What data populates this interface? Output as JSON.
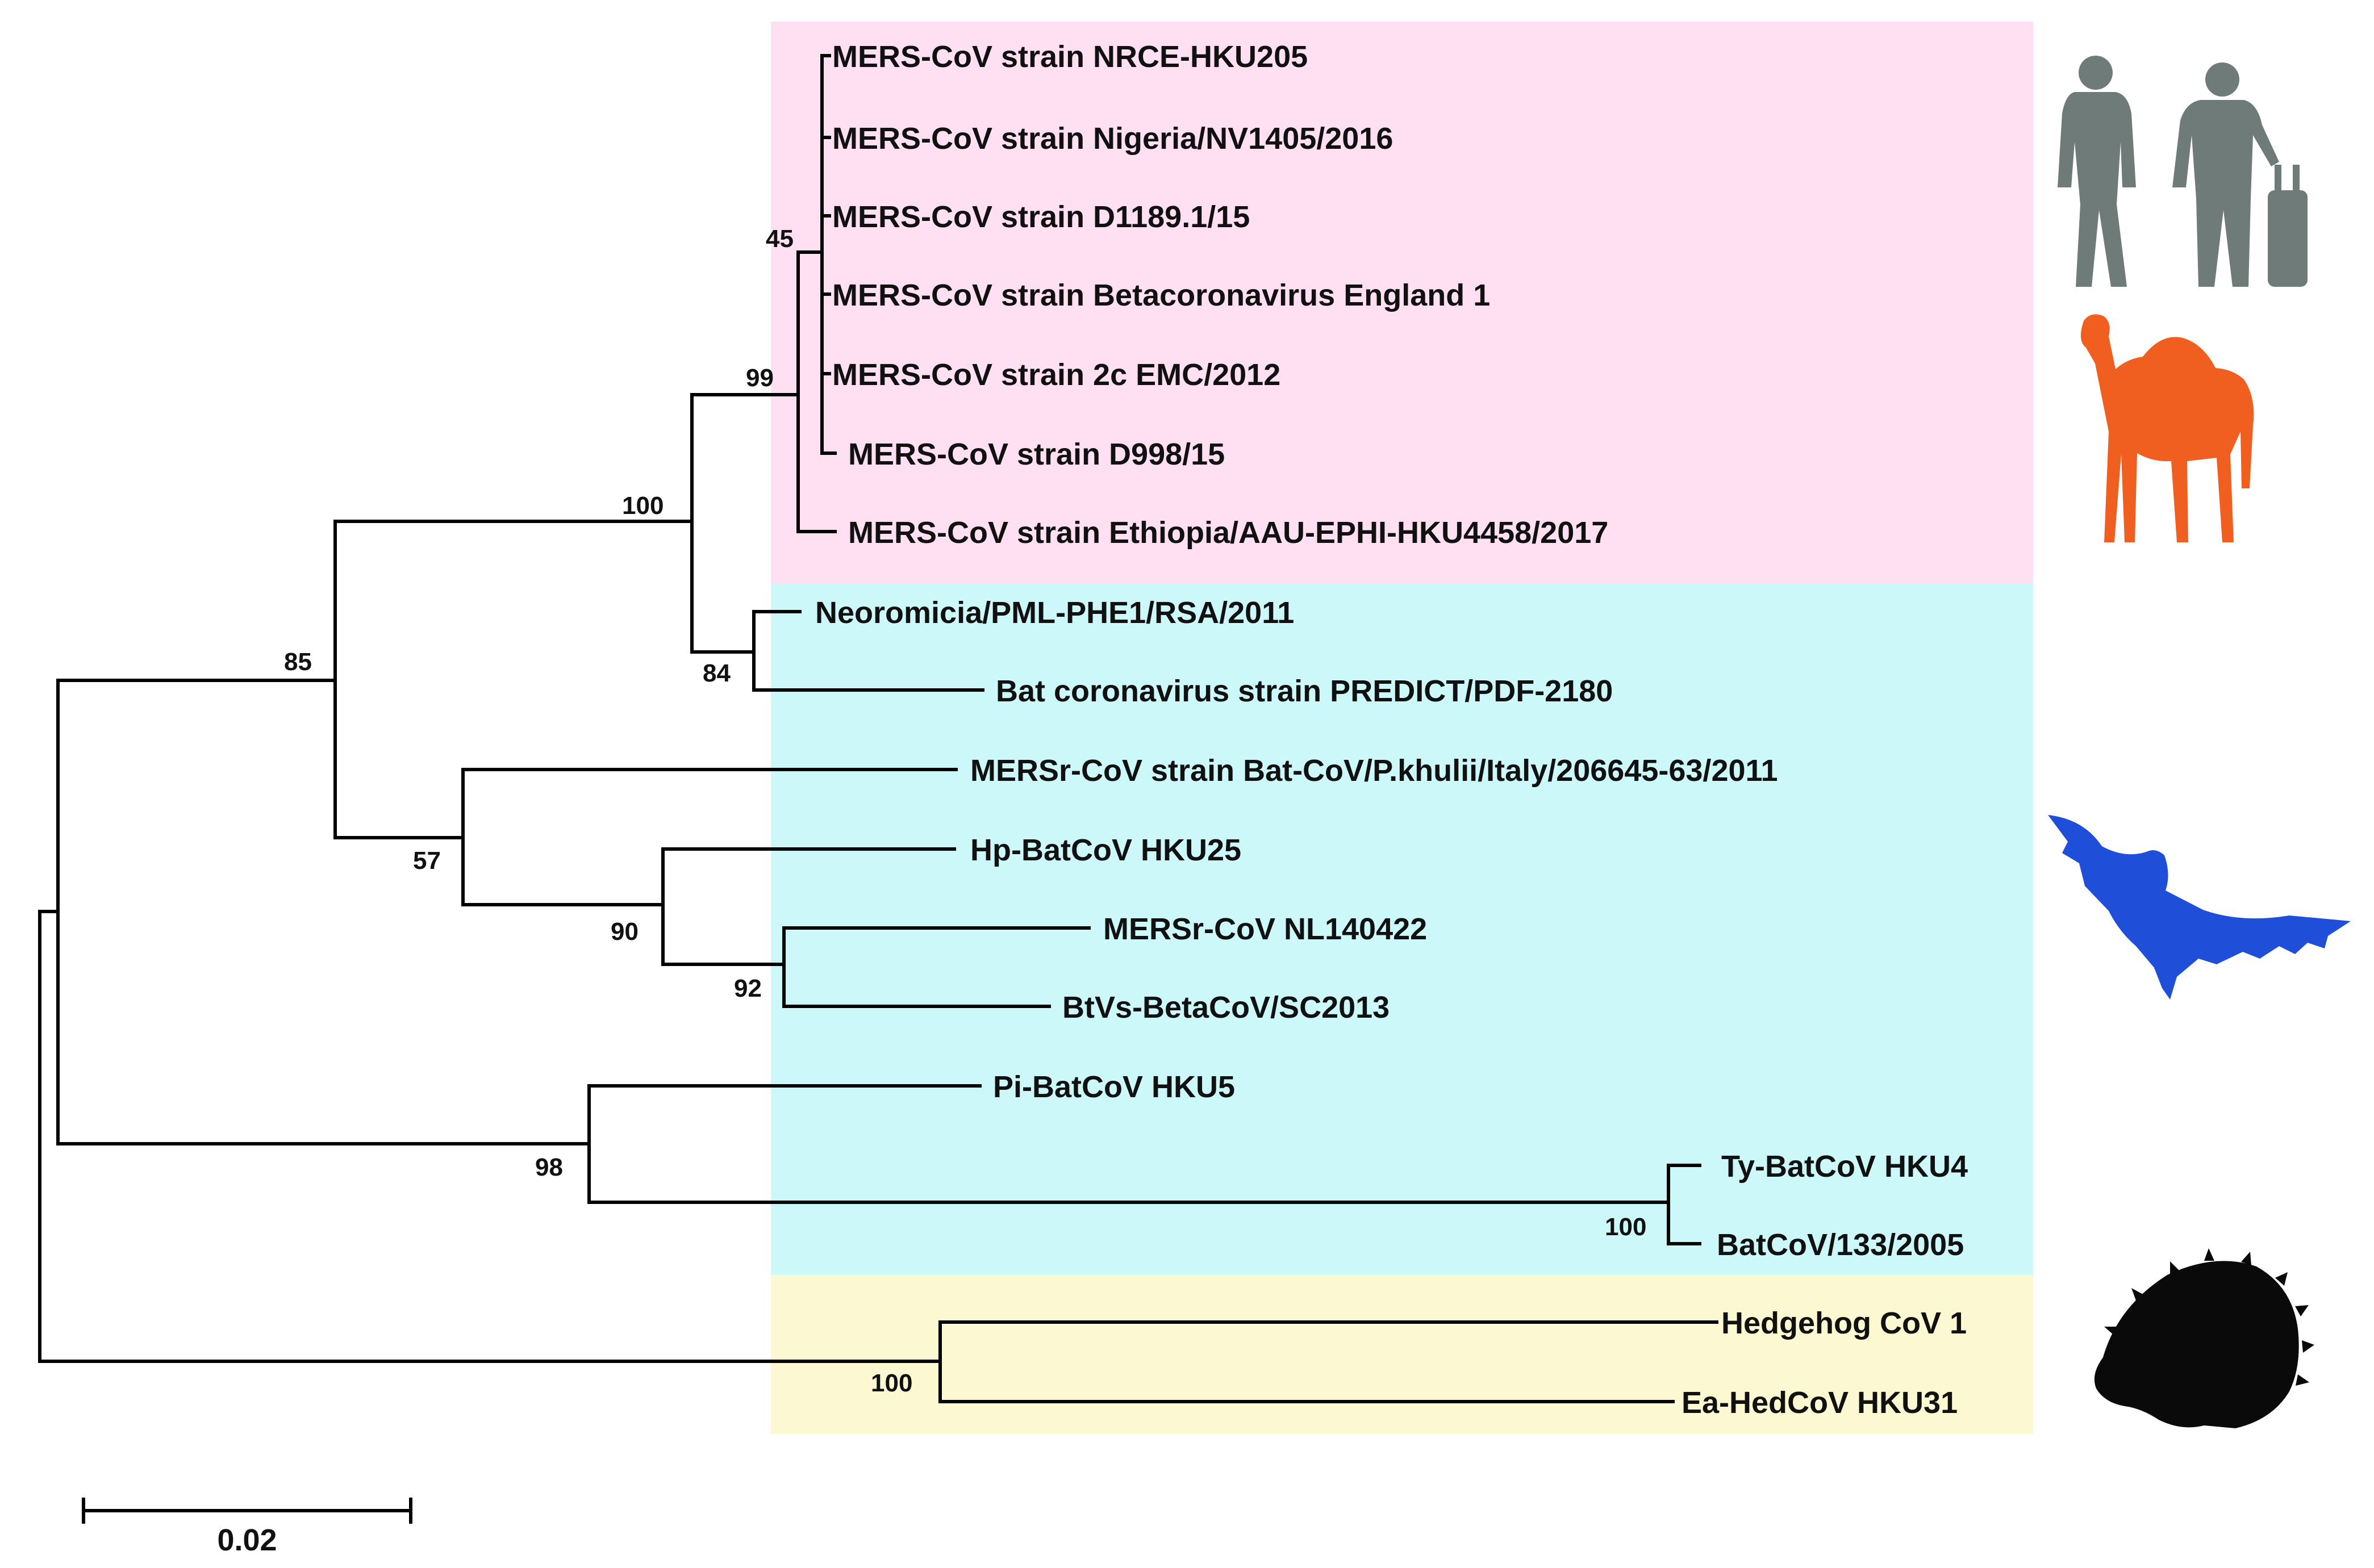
{
  "tree": {
    "tips": {
      "nrce": "MERS-CoV strain NRCE-HKU205",
      "nigeria": "MERS-CoV strain Nigeria/NV1405/2016",
      "d1189": "MERS-CoV strain D1189.1/15",
      "england": "MERS-CoV strain Betacoronavirus England 1",
      "emc": "MERS-CoV strain 2c EMC/2012",
      "d998": "MERS-CoV strain D998/15",
      "ethiopia": "MERS-CoV strain Ethiopia/AAU-EPHI-HKU4458/2017",
      "neoromicia": "Neoromicia/PML-PHE1/RSA/2011",
      "predict": "Bat coronavirus strain PREDICT/PDF-2180",
      "italy": "MERSr-CoV strain Bat-CoV/P.khulii/Italy/206645-63/2011",
      "hku25": "Hp-BatCoV HKU25",
      "nl140422": "MERSr-CoV NL140422",
      "sc2013": "BtVs-BetaCoV/SC2013",
      "hku5": "Pi-BatCoV HKU5",
      "hku4": "Ty-BatCoV HKU4",
      "bat133": "BatCoV/133/2005",
      "hedgehog1": "Hedgehog CoV 1",
      "hku31": "Ea-HedCoV HKU31"
    },
    "bootstrap": {
      "n45": "45",
      "n99": "99",
      "n100_mers": "100",
      "n84": "84",
      "n85": "85",
      "n57": "57",
      "n90": "90",
      "n92": "92",
      "n98": "98",
      "n100_ty": "100",
      "n100_hedge": "100"
    },
    "scale_bar_label": "0.02"
  },
  "host_panels": {
    "human_camel": {
      "color": "#ffe0f2",
      "icons": [
        "human-icon",
        "traveler-icon",
        "camel-icon"
      ],
      "icon_colors": {
        "human": "#6f7b79",
        "camel": "#f05f1f"
      }
    },
    "bat": {
      "color": "#cdf8f9",
      "icons": [
        "bat-icon"
      ],
      "icon_colors": {
        "bat": "#1f4fd8"
      }
    },
    "hedgehog": {
      "color": "#fbf8d2",
      "icons": [
        "hedgehog-icon"
      ],
      "icon_colors": {
        "hedgehog": "#0a0a0a"
      }
    }
  }
}
